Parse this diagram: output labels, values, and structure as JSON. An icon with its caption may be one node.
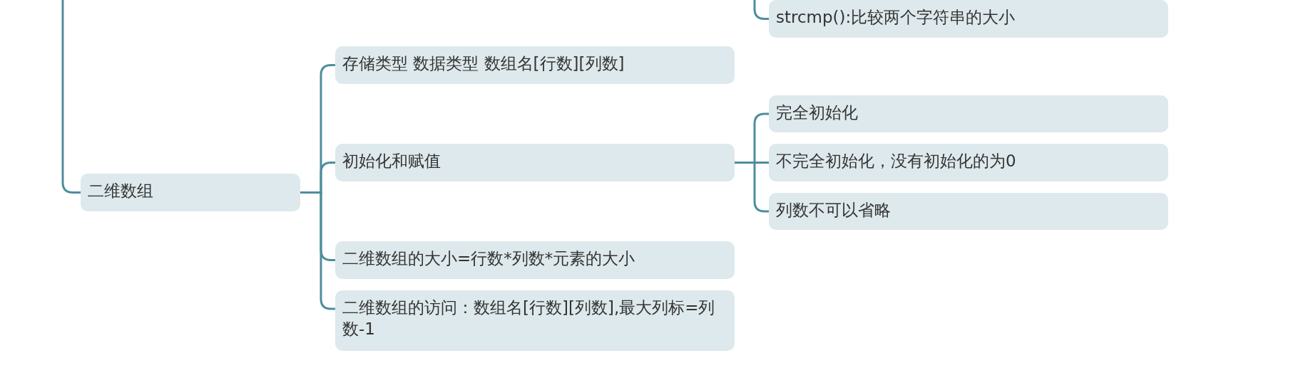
{
  "diagram": {
    "nodes": [
      {
        "text": [
          "strcmp():比较两个字符串的大小"
        ]
      },
      {
        "text": [
          "二维数组"
        ]
      },
      {
        "text": [
          "存储类型 数据类型 数组名[行数][列数]"
        ]
      },
      {
        "text": [
          "初始化和赋值"
        ]
      },
      {
        "text": [
          "完全初始化"
        ]
      },
      {
        "text": [
          "不完全初始化，没有初始化的为0"
        ]
      },
      {
        "text": [
          "列数不可以省略"
        ]
      },
      {
        "text": [
          "二维数组的大小=行数*列数*元素的大小"
        ]
      },
      {
        "text": [
          "二维数组的访问：数组名[行数][列数],最大列标=列数-1"
        ]
      }
    ],
    "edges": [
      {
        "from": null,
        "to": 0,
        "arrow": "none"
      },
      {
        "from": null,
        "to": 1,
        "arrow": "none"
      },
      {
        "from": 1,
        "to": 2,
        "arrow": "none"
      },
      {
        "from": 1,
        "to": 3,
        "arrow": "none"
      },
      {
        "from": 1,
        "to": 7,
        "arrow": "none"
      },
      {
        "from": 1,
        "to": 8,
        "arrow": "none"
      },
      {
        "from": 3,
        "to": 4,
        "arrow": "none"
      },
      {
        "from": 3,
        "to": 5,
        "arrow": "none"
      },
      {
        "from": 3,
        "to": 6,
        "arrow": "none"
      }
    ]
  }
}
